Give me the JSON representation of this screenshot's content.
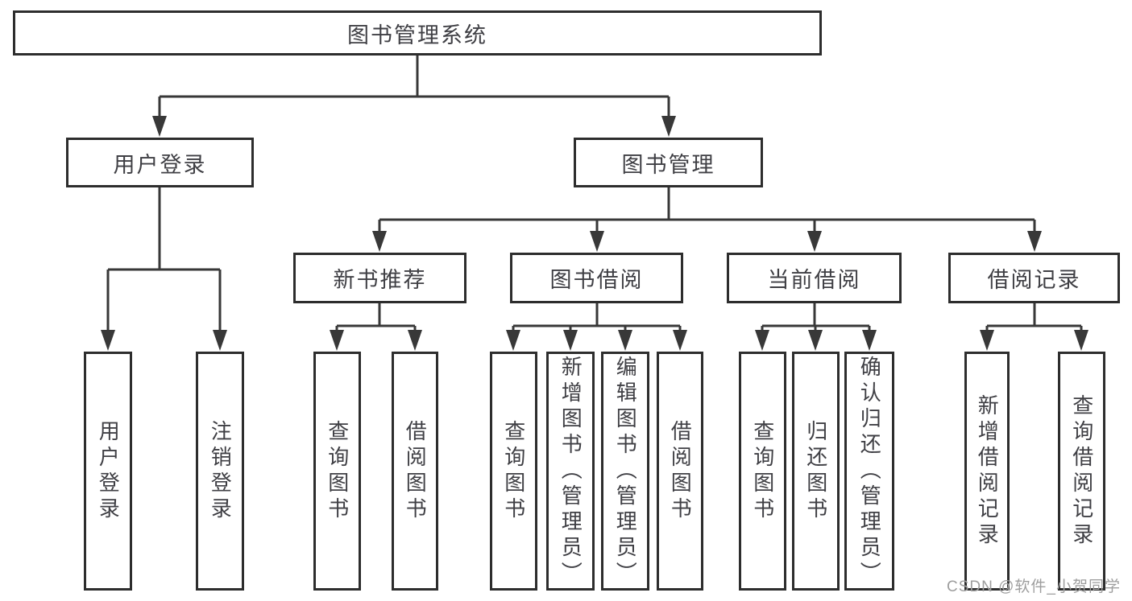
{
  "diagram_type": "hierarchy-tree",
  "colors": {
    "background": "#ffffff",
    "box_border": "#2d2d2d",
    "line": "#383838",
    "text": "#3f3f44",
    "watermark": "#9e9e9e"
  },
  "tree": {
    "label": "图书管理系统",
    "children": [
      {
        "label": "用户登录",
        "children": [
          {
            "label": "用户登录"
          },
          {
            "label": "注销登录"
          }
        ]
      },
      {
        "label": "图书管理",
        "children": [
          {
            "label": "新书推荐",
            "children": [
              {
                "label": "查询图书"
              },
              {
                "label": "借阅图书"
              }
            ]
          },
          {
            "label": "图书借阅",
            "children": [
              {
                "label": "查询图书"
              },
              {
                "label": "新增图书（管理员）"
              },
              {
                "label": "编辑图书（管理员）"
              },
              {
                "label": "借阅图书"
              }
            ]
          },
          {
            "label": "当前借阅",
            "children": [
              {
                "label": "查询图书"
              },
              {
                "label": "归还图书"
              },
              {
                "label": "确认归还（管理员）"
              }
            ]
          },
          {
            "label": "借阅记录",
            "children": [
              {
                "label": "新增借阅记录"
              },
              {
                "label": "查询借阅记录"
              }
            ]
          }
        ]
      }
    ]
  },
  "watermark": {
    "text": "CSDN @软件_小贺同学"
  }
}
